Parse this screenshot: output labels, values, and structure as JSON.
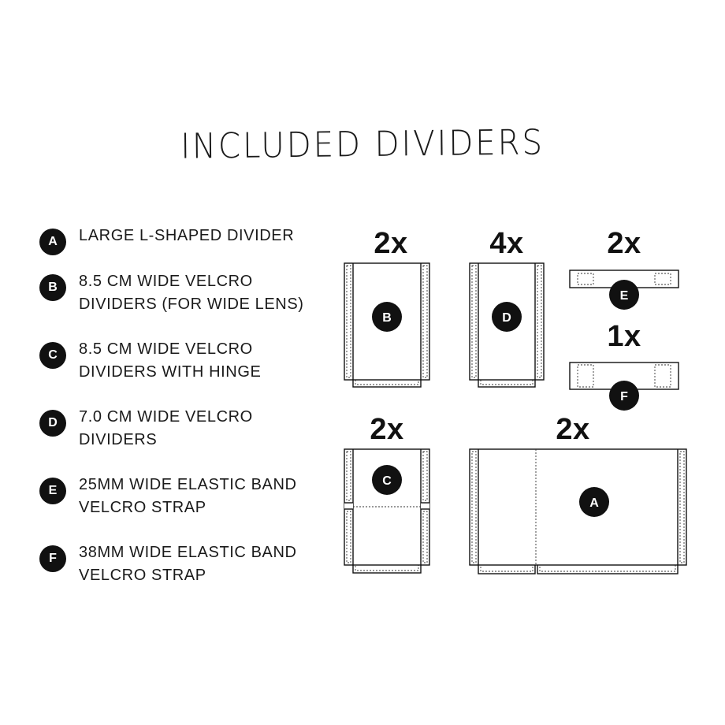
{
  "title": "INCLUDED DIVIDERS",
  "legend": [
    {
      "letter": "A",
      "text": "LARGE  L-SHAPED DIVIDER"
    },
    {
      "letter": "B",
      "text": "8.5 CM WIDE VELCRO\nDIVIDERS (FOR WIDE LENS)"
    },
    {
      "letter": "C",
      "text": "8.5 CM WIDE VELCRO\nDIVIDERS WITH HINGE"
    },
    {
      "letter": "D",
      "text": "7.0 CM WIDE VELCRO\nDIVIDERS"
    },
    {
      "letter": "E",
      "text": "25MM WIDE ELASTIC BAND\nVELCRO STRAP"
    },
    {
      "letter": "F",
      "text": "38MM WIDE ELASTIC BAND\nVELCRO STRAP"
    }
  ],
  "quantities": {
    "B": "2x",
    "D": "4x",
    "E": "2x",
    "F": "1x",
    "C": "2x",
    "A": "2x"
  },
  "colors": {
    "ink": "#111111",
    "background": "#ffffff"
  }
}
